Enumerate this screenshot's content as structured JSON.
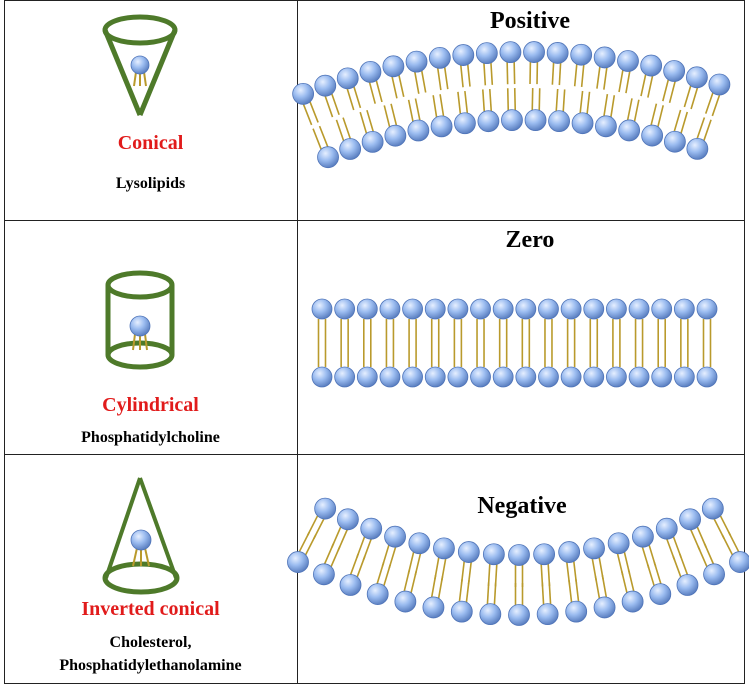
{
  "rows": [
    {
      "shape_label": "Conical",
      "lipid_lines": [
        "Lysolipids"
      ],
      "curvature_title": "Positive",
      "shape_icon": "cone-icon",
      "membrane": "positive-curvature"
    },
    {
      "shape_label": "Cylindrical",
      "lipid_lines": [
        "Phosphatidylcholine"
      ],
      "curvature_title": "Zero",
      "shape_icon": "cylinder-icon",
      "membrane": "flat"
    },
    {
      "shape_label": "Inverted conical",
      "lipid_lines": [
        "Cholesterol,",
        "Phosphatidylethanolamine"
      ],
      "curvature_title": "Negative",
      "shape_icon": "inverted-cone-icon",
      "membrane": "negative-curvature"
    }
  ],
  "colors": {
    "shape_label": "#e11b1b",
    "shape_outline": "#4e7a2a",
    "head_fill": "#8fb1e8",
    "tail": "#b99a2c",
    "border": "#222222"
  }
}
